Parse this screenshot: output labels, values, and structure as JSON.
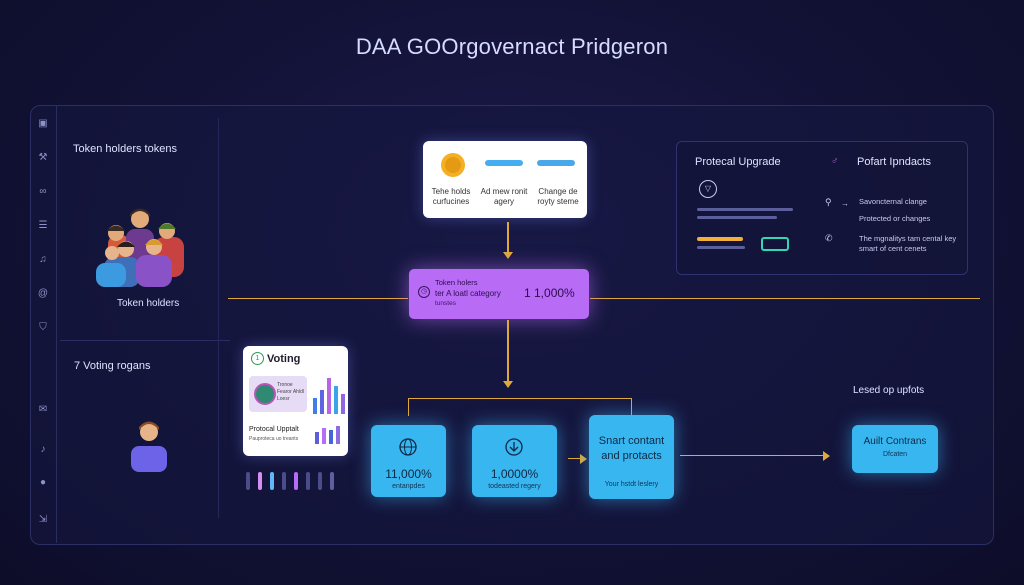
{
  "title": "DAA GOOrgovernact Pridgeron",
  "left": {
    "token_holders_heading": "Token holders tokens",
    "token_holders_caption": "Token holders",
    "voting_heading": "7 Voting rogans"
  },
  "top_card": {
    "col1": "Tehe holds curfucines",
    "col2": "Ad mew ronit agery",
    "col3": "Change de royty steme"
  },
  "purple": {
    "line1": "Token holers",
    "line2": "ter A loatl category",
    "line3": "tunstes",
    "value": "1 1,000%"
  },
  "protocol_panel": {
    "title": "Protecal Upgrade",
    "right_title": "Pofart Ipndacts",
    "item1": "Savoncternal clange",
    "item2": "Protected or changes",
    "item3": "The mgnalitys tam cental key smart of cent cenets"
  },
  "voting_card": {
    "title": "Voting",
    "badge_line1": "Tronoe",
    "badge_line2": "Fearor Ahldl",
    "badge_line3": "Loesr",
    "proto_title": "Protocal Upptalt",
    "proto_sub": "Pauproteca uo treants"
  },
  "blue1": {
    "value": "11,000%",
    "sub": "entanpdes"
  },
  "blue2": {
    "value": "1,0000%",
    "sub": "todeasted regery"
  },
  "blue3": {
    "line1": "Snart contant",
    "line2": "and protacts",
    "sub": "Your hstdt leslery"
  },
  "result": {
    "heading": "Lesed op upfots",
    "line1": "Auilt Contrans",
    "line2": "Dfcaten"
  },
  "colors": {
    "accent": "#e0a83a",
    "purple": "#b86bf5",
    "blue": "#38b6f0"
  }
}
